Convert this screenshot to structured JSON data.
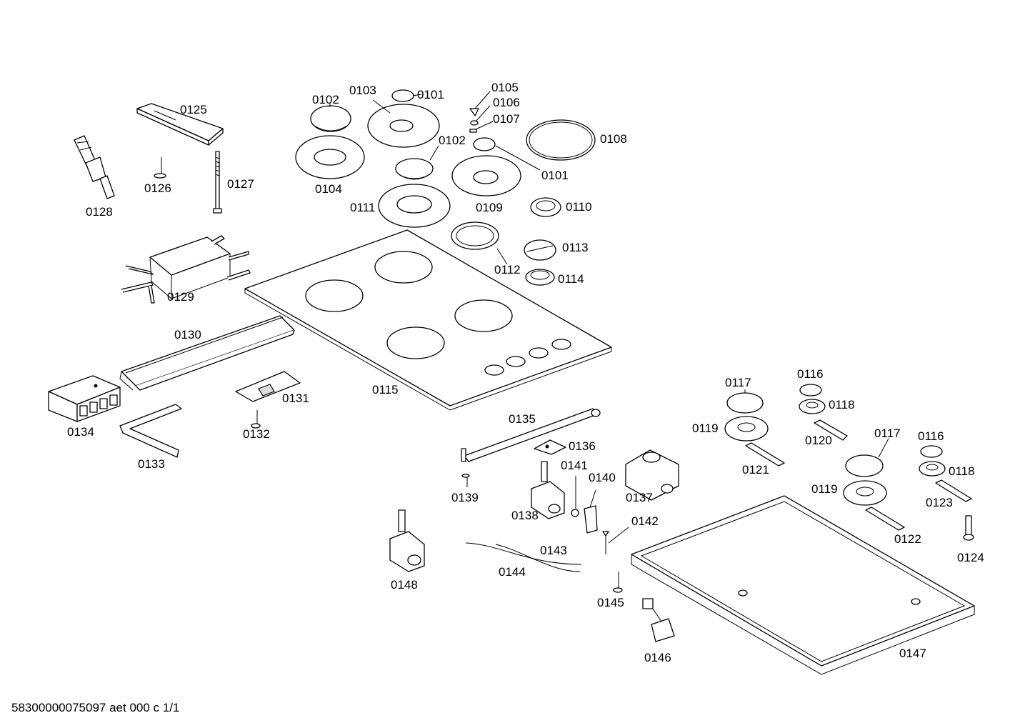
{
  "parts": {
    "p0101a": "0101",
    "p0101b": "0101",
    "p0102a": "0102",
    "p0102b": "0102",
    "p0103": "0103",
    "p0104": "0104",
    "p0105": "0105",
    "p0106": "0106",
    "p0107": "0107",
    "p0108": "0108",
    "p0109": "0109",
    "p0110": "0110",
    "p0111": "0111",
    "p0112": "0112",
    "p0113": "0113",
    "p0114": "0114",
    "p0115": "0115",
    "p0116a": "0116",
    "p0116b": "0116",
    "p0117a": "0117",
    "p0117b": "0117",
    "p0118a": "0118",
    "p0118b": "0118",
    "p0119a": "0119",
    "p0119b": "0119",
    "p0120": "0120",
    "p0121": "0121",
    "p0122": "0122",
    "p0123": "0123",
    "p0124": "0124",
    "p0125": "0125",
    "p0126": "0126",
    "p0127": "0127",
    "p0128": "0128",
    "p0129": "0129",
    "p0130": "0130",
    "p0131": "0131",
    "p0132": "0132",
    "p0133": "0133",
    "p0134": "0134",
    "p0135": "0135",
    "p0136": "0136",
    "p0137": "0137",
    "p0138": "0138",
    "p0139": "0139",
    "p0140": "0140",
    "p0141": "0141",
    "p0142": "0142",
    "p0143": "0143",
    "p0144": "0144",
    "p0145": "0145",
    "p0146": "0146",
    "p0147": "0147",
    "p0148": "0148"
  },
  "footer": "58300000075097 aet 000 c 1/1"
}
